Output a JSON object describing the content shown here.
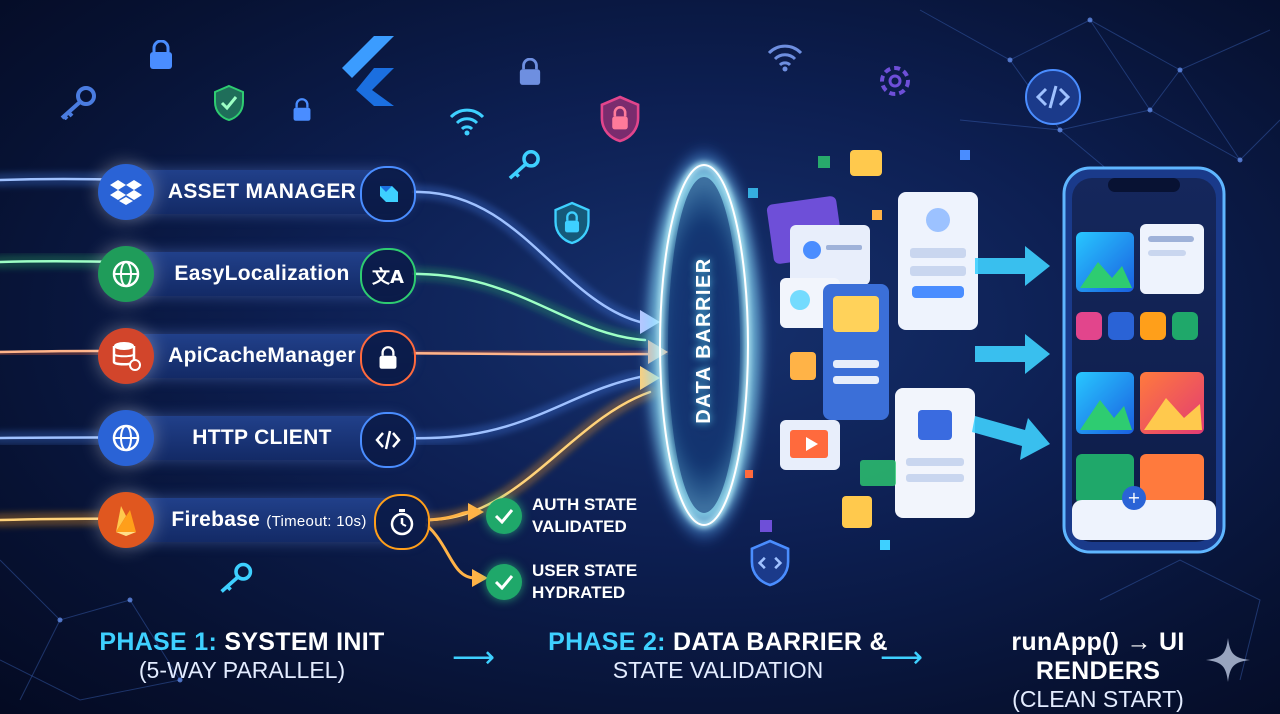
{
  "services": [
    {
      "label": "ASSET MANAGER",
      "left_icon": "dropbox-icon",
      "right_icon": "flutter-dart-icon",
      "color": "#4a8dff",
      "circle": "#2a63d6"
    },
    {
      "label": "EasyLocalization",
      "left_icon": "globe-icon",
      "right_icon": "translate-icon",
      "color": "#2ecc71",
      "circle": "#1f9c5a"
    },
    {
      "label": "ApiCacheManager",
      "left_icon": "database-gear-icon",
      "right_icon": "lock-icon",
      "color": "#ff6a3d",
      "circle": "#d2452b"
    },
    {
      "label": "HTTP CLIENT",
      "left_icon": "globe-icon",
      "right_icon": "code-icon",
      "color": "#4a8dff",
      "circle": "#2a63d6"
    },
    {
      "label": "Firebase",
      "suffix": "(Timeout: 10s)",
      "left_icon": "firebase-icon",
      "right_icon": "stopwatch-icon",
      "color": "#ff9f1a",
      "circle": "#e0571f"
    }
  ],
  "barrier": {
    "label": "DATA BARRIER"
  },
  "states": [
    {
      "line1": "AUTH STATE",
      "line2": "VALIDATED"
    },
    {
      "line1": "USER STATE",
      "line2": "HYDRATED"
    }
  ],
  "phases": [
    {
      "highlight": "PHASE 1:",
      "rest": " SYSTEM INIT",
      "line2": "(5-WAY PARALLEL)"
    },
    {
      "highlight": "PHASE 2:",
      "rest": " DATA BARRIER &",
      "line2": "STATE VALIDATION"
    },
    {
      "highlight": "",
      "rest": "runApp() → UI RENDERS",
      "line2": "(CLEAN START)"
    }
  ],
  "colors": {
    "accent": "#3ed0ff",
    "barrier_glow": "#7fe6ff",
    "check": "#1fa86a"
  },
  "decor_icons": [
    "lock-icon",
    "key-icon",
    "shield-check-icon",
    "flutter-logo-icon",
    "wifi-icon",
    "shield-lock-icon",
    "gear-icon",
    "code-icon",
    "sparkle-icon"
  ]
}
